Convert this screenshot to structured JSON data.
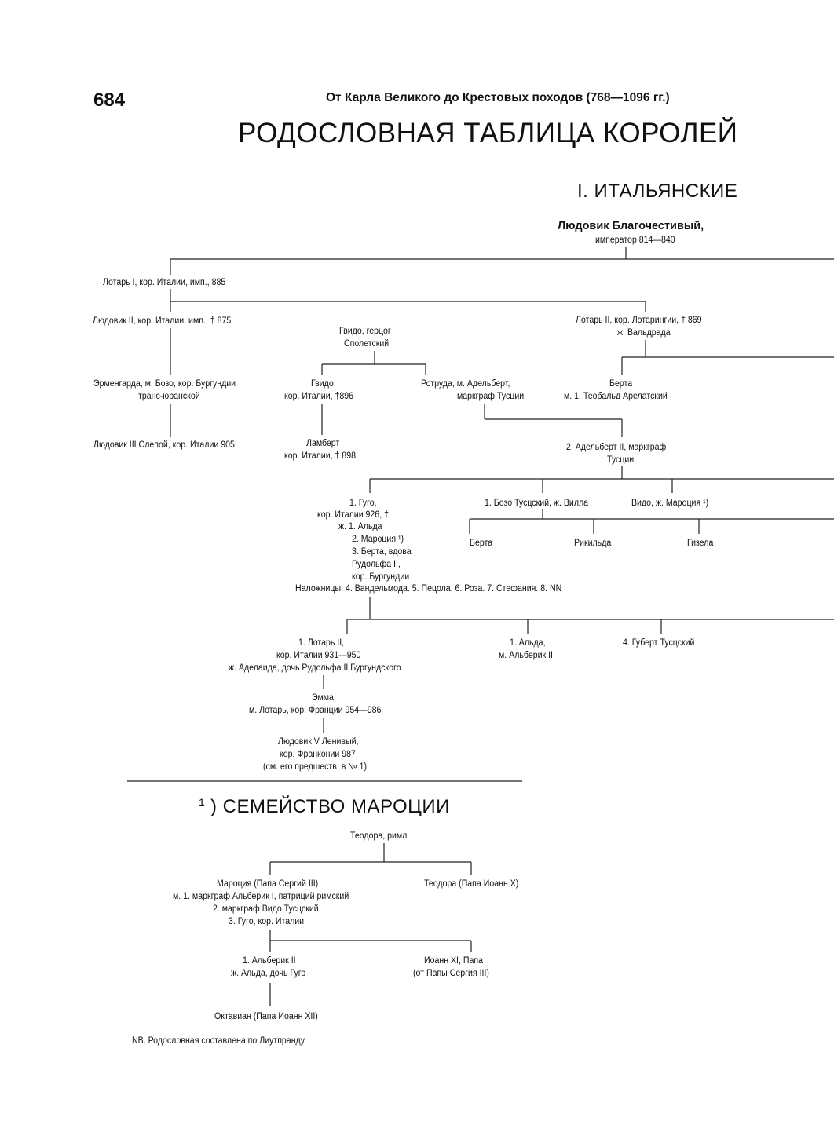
{
  "header": {
    "page_number": "684",
    "running_title": "От Карла Великого до Крестовых походов (768—1096 гг.)"
  },
  "title": "РОДОСЛОВНАЯ ТАБЛИЦА КОРОЛЕЙ",
  "section1": {
    "heading": "I. ИТАЛЬЯНСКИЕ",
    "root": {
      "name": "Людовик Благочестивый,",
      "detail": "император 814—840"
    },
    "nodes": {
      "lothar1": "Лотарь I, кор. Италии, имп., 885",
      "ludwig2": "Людовик II, кор. Италии, имп., † 875",
      "lothar2_a": "Лотарь II, кор. Лотарингии, † 869",
      "lothar2_b": "ж. Вальдрада",
      "guido_duke_a": "Гвидо, герцог",
      "guido_duke_b": "Сполетский",
      "ermengarda_a": "Эрменгарда, м. Бозо, кор. Бургундии",
      "ermengarda_b": "транс-юранской",
      "guido_king_a": "Гвидо",
      "guido_king_b": "кор. Италии, †896",
      "rotruda_a": "Ротруда, м. Адельберт,",
      "rotruda_b": "маркграф Тусции",
      "berta1_a": "Берта",
      "berta1_b": "м. 1. Теобальд Арелатский",
      "ludwig3": "Людовик III Слепой, кор. Италии 905",
      "lambert_a": "Ламберт",
      "lambert_b": "кор. Италии, † 898",
      "adalbert2_a": "2. Адельберт II, маркграф",
      "adalbert2_b": "Тусции",
      "hugo_a": "1.  Гуго,",
      "hugo_b": "кор.  Италии  926,  †",
      "hugo_c": "ж. 1. Альда",
      "hugo_d": "2. Мароция ¹)",
      "hugo_e": "3. Берта, вдова",
      "hugo_f": "Рудольфа II,",
      "hugo_g": "кор. Бургундии",
      "concubines": "Наложницы: 4. Вандельмода. 5. Пецола. 6. Роза. 7. Стефания. 8. NN",
      "boso": "1. Бозо Тусцский, ж. Вилла",
      "vido": "Видо, ж. Мароция ¹)",
      "berta2": "Берта",
      "rikilda": "Рикильда",
      "gisela": "Гизела",
      "lothar_it_a": "1. Лотарь II,",
      "lothar_it_b": "кор. Италии 931—950",
      "lothar_it_c": "ж. Аделаида, дочь Рудольфа II Бургундского",
      "alda_a": "1. Альда,",
      "alda_b": "м. Альберик II",
      "hubert": "4. Губерт Тусцский",
      "emma_a": "Эмма",
      "emma_b": "м. Лотарь, кор. Франции 954—986",
      "ludwig5_a": "Людовик V Ленивый,",
      "ludwig5_b": "кор. Франконии 987",
      "ludwig5_c": "(см. его предшеств. в № 1)"
    }
  },
  "section2": {
    "heading_mark": "1",
    "heading": ") СЕМЕЙСТВО МАРОЦИИ",
    "nodes": {
      "theodora": "Теодора, римл.",
      "marozia_a": "Мароция (Папа Сергий III)",
      "marozia_b": "м. 1. маркграф Альберик I, патриций римский",
      "marozia_c": "2. маркграф Видо Тусцский",
      "marozia_d": "3. Гуго, кор. Италии",
      "theodora2": "Теодора (Папа Иоанн X)",
      "alberic2_a": "1. Альберик II",
      "alberic2_b": "ж. Альда, дочь Гуго",
      "john11_a": "Иоанн XI, Папа",
      "john11_b": "(от Папы Сергия III)",
      "octavian": "Октавиан (Папа Иоанн XII)"
    }
  },
  "footnote": "NB. Родословная составлена по Лиутпранду."
}
